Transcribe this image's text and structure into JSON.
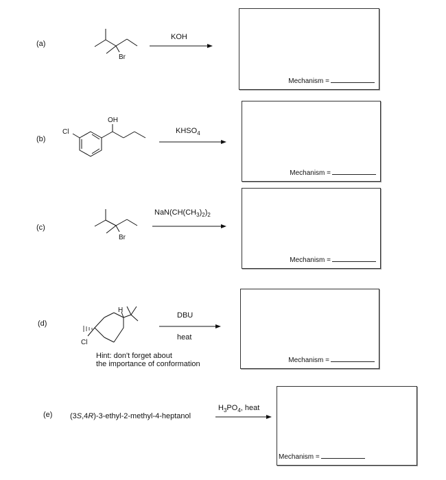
{
  "problems": [
    {
      "label": "(a)",
      "reagent": "KOH",
      "atoms": [
        "Br"
      ],
      "mechanism_label": "Mechanism ="
    },
    {
      "label": "(b)",
      "reagent_main": "KHSO",
      "reagent_sub": "4",
      "atoms": [
        "OH",
        "Cl"
      ],
      "mechanism_label": "Mechanism ="
    },
    {
      "label": "(c)",
      "reagent_parts": [
        "NaN(CH(CH",
        "3",
        ")",
        "2",
        ")",
        "2"
      ],
      "atoms": [
        "Br"
      ],
      "mechanism_label": "Mechanism ="
    },
    {
      "label": "(d)",
      "reagent_above": "DBU",
      "reagent_below": "heat",
      "atoms": [
        "H",
        "Cl"
      ],
      "hint_line1": "Hint:  don't forget about",
      "hint_line2": "the importance of conformation",
      "mechanism_label": "Mechanism ="
    },
    {
      "label": "(e)",
      "name_parts": [
        "(3",
        "S",
        ",4",
        "R",
        ")-3-ethyl-2-methyl-4-heptanol"
      ],
      "reagent_parts": [
        "H",
        "3",
        "PO",
        "4",
        ", heat"
      ],
      "mechanism_label": "Mechanism ="
    }
  ]
}
